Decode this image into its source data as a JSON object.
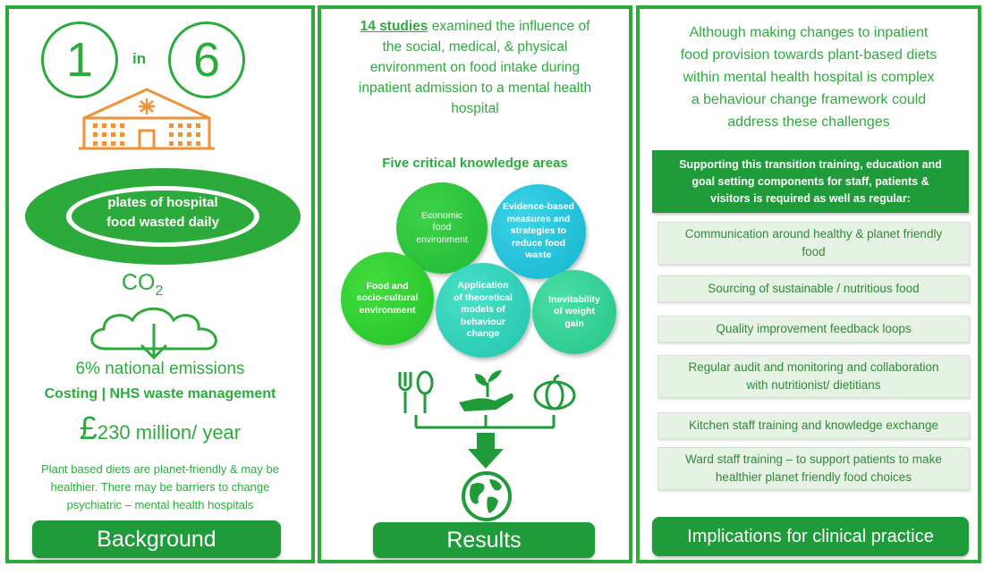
{
  "background": {
    "ratio_num": "1",
    "ratio_in": "in",
    "ratio_den": "6",
    "plates_line1": "plates of hospital",
    "plates_line2": "food wasted daily",
    "co2": "CO",
    "co2_sub": "2",
    "emissions": "6% national emissions",
    "costing": "Costing | NHS waste management",
    "pound": "£",
    "cost_value": "230 million/ year",
    "note_line1": "Plant based diets are planet-friendly & may be",
    "note_line2": "healthier. There may be barriers to change",
    "note_line3": "psychiatric – mental health hospitals",
    "label": "Background"
  },
  "results": {
    "studies_count": "14 studies",
    "intro_line1": " examined the influence of",
    "intro_line2": "the social, medical, & physical",
    "intro_line3": "environment on food intake during",
    "intro_line4": "inpatient admission to a mental health",
    "intro_line5": "hospital",
    "areas_title": "Five critical knowledge areas",
    "areas": [
      {
        "line1": "Economic",
        "line2": "food",
        "line3": "environment",
        "line4": ""
      },
      {
        "line1": "Evidence-based",
        "line2": "measures and",
        "line3": "strategies to",
        "line4": "reduce food",
        "line5": "waste"
      },
      {
        "line1": "Food and",
        "line2": "socio-cultural",
        "line3": "environment"
      },
      {
        "line1": "Application",
        "line2": "of theoretical",
        "line3": "models of",
        "line4": "behaviour",
        "line5": "change"
      },
      {
        "line1": "Inevitability",
        "line2": "of weight",
        "line3": "gain"
      }
    ],
    "label": "Results"
  },
  "implications": {
    "intro_line1": "Although making changes to inpatient",
    "intro_line2": "food provision towards plant-based diets",
    "intro_line3": "within mental health hospital is complex",
    "intro_line4": "a behaviour change framework could",
    "intro_line5": "address these challenges",
    "support_line1": "Supporting this transition training, education and",
    "support_line2": "goal setting components for staff, patients &",
    "support_line3": "visitors is required as well as regular:",
    "items": [
      {
        "line1": "Communication around healthy & planet friendly",
        "line2": "food"
      },
      {
        "line1": "Sourcing of sustainable / nutritious food",
        "line2": ""
      },
      {
        "line1": "Quality improvement feedback loops",
        "line2": ""
      },
      {
        "line1": "Regular audit and monitoring and collaboration",
        "line2": "with nutritionist/ dietitians"
      },
      {
        "line1": "Kitchen staff training and knowledge exchange",
        "line2": ""
      },
      {
        "line1": "Ward staff training – to support patients to make",
        "line2": "healthier planet friendly food choices"
      }
    ],
    "label": "Implications for clinical practice"
  }
}
